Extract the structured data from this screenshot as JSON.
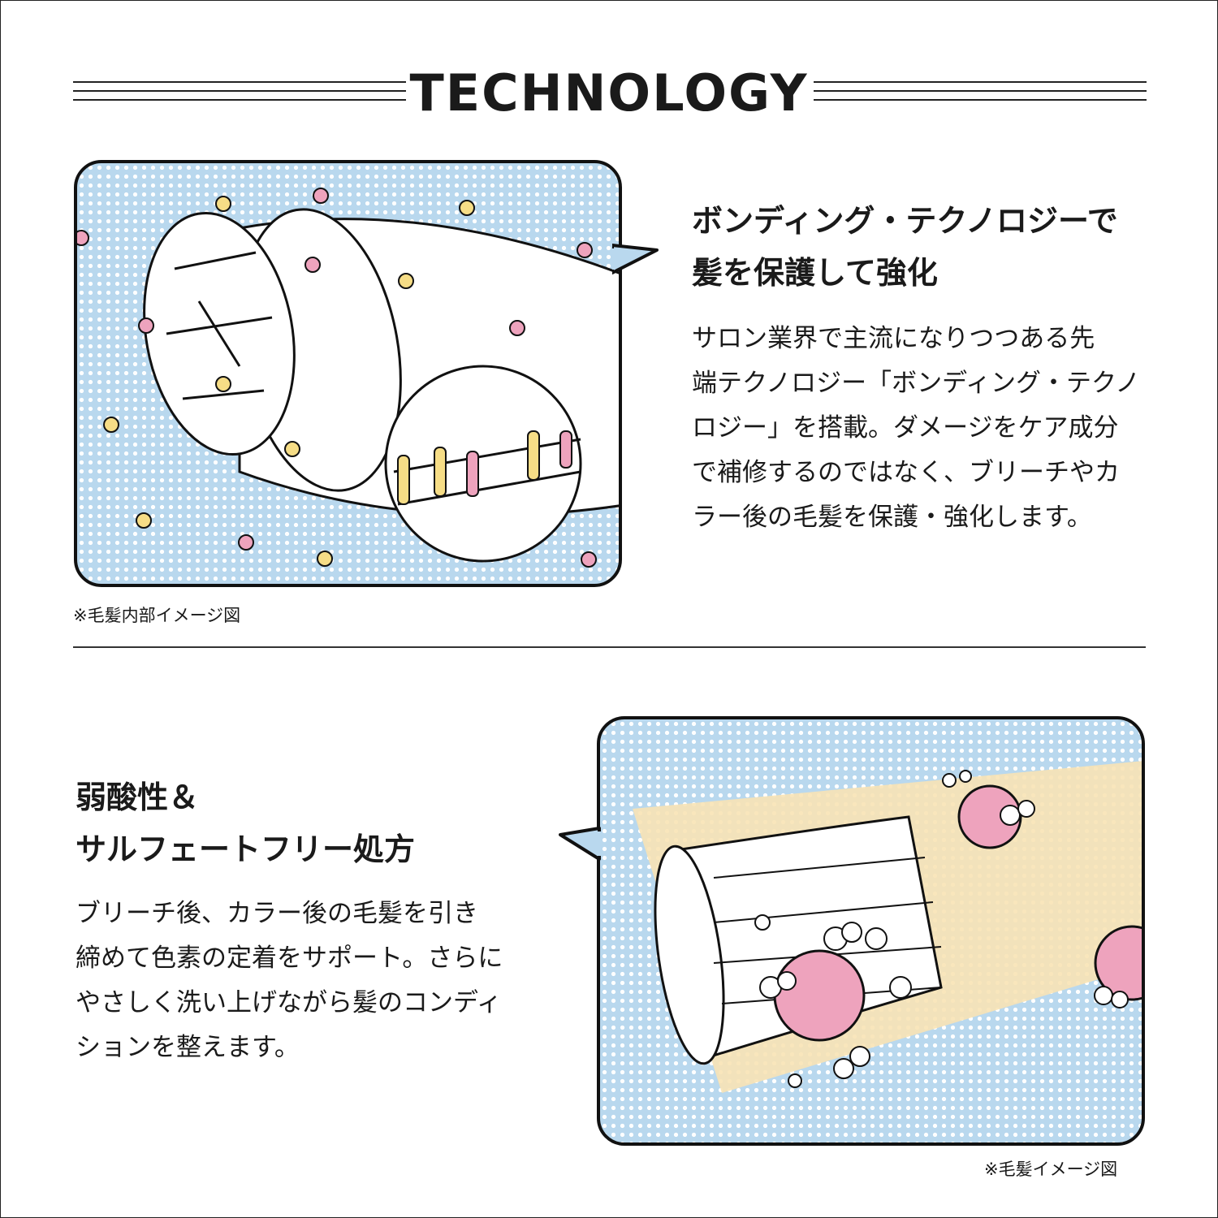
{
  "header": {
    "title": "TECHNOLOGY"
  },
  "section1": {
    "heading": [
      "ボンディング・テクノロジーで",
      "髪を保護して強化"
    ],
    "body": [
      "サロン業界で主流になりつつある先",
      "端テクノロジー「ボンディング・テクノ",
      "ロジー」を搭載。ダメージをケア成分",
      "で補修するのではなく、ブリーチやカ",
      "ラー後の毛髪を保護・強化します。"
    ],
    "note": "※毛髪内部イメージ図"
  },
  "section2": {
    "heading": [
      "弱酸性＆",
      "サルフェートフリー処方"
    ],
    "body": [
      "ブリーチ後、カラー後の毛髪を引き",
      "締めて色素の定着をサポート。さらに",
      "やさしく洗い上げながら髪のコンディ",
      "ションを整えます。"
    ],
    "note": "※毛髪イメージ図"
  },
  "colors": {
    "panel_bg": "#b9d8ee",
    "pink": "#eea3bd",
    "yellow": "#f6dd86",
    "beam": "#f8e3b5"
  }
}
